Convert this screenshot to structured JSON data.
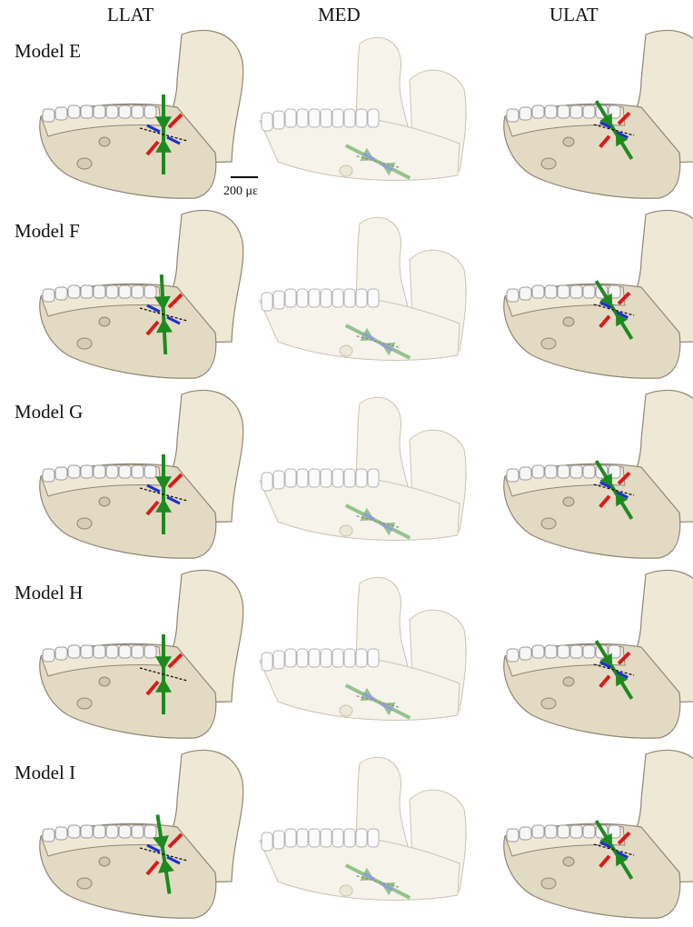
{
  "columns": [
    "LLAT",
    "MED",
    "ULAT"
  ],
  "models": [
    "Model E",
    "Model F",
    "Model G",
    "Model H",
    "Model I"
  ],
  "scale_bar": {
    "label": "200 με"
  },
  "colors": {
    "bone_fill": "#efe8d4",
    "bone_lower_fill": "#e3dac4",
    "bone_outline": "#8f8573",
    "tooth_fill": "#f6f6f6",
    "med_fill": "#f3efe3",
    "strain_green": "#1e8a1e",
    "strain_red": "#d81b1b",
    "strain_blue": "#1b2fd0",
    "strain_black": "#111111"
  }
}
